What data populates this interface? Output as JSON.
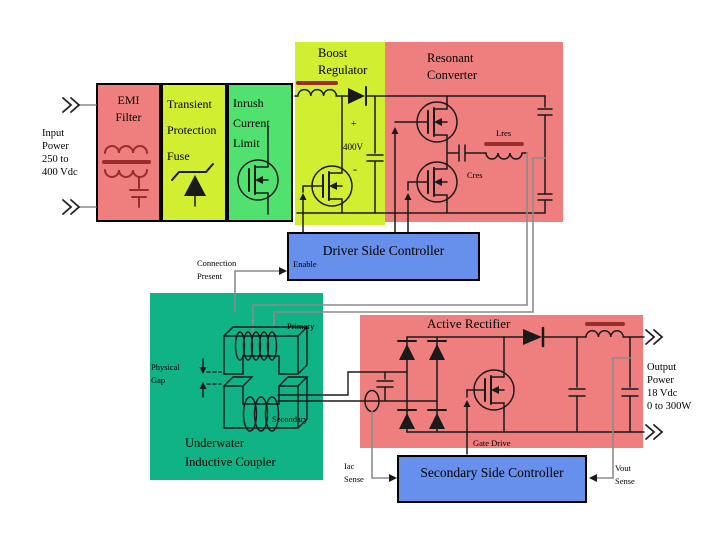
{
  "slide": {
    "colors": {
      "block_red": "#ef7e7e",
      "block_yellow": "#d2ee31",
      "block_green": "#50e16e",
      "block_teal": "#0fb385",
      "controller_blue": "#6690eb",
      "symbol_maroon": "#992c2c",
      "wire_gray": "#8c8c8c",
      "line_black": "#1a1a1a"
    },
    "input": {
      "label": "Input\nPower\n250 to\n400 Vdc"
    },
    "blocks": {
      "emi": {
        "label": "EMI\nFilter"
      },
      "transient": {
        "label": "Transient\nProtection\nFuse"
      },
      "inrush": {
        "label": "Inrush\nCurrent\nLimit"
      },
      "boost": {
        "label": "Boost\nRegulator",
        "cap_plus": "+",
        "cap_value": "400V",
        "cap_minus": "-"
      },
      "resonant": {
        "label": "Resonant\nConverter",
        "inductor": "Lres",
        "capacitor": "Cres"
      },
      "coupler": {
        "label": "Underwater\nInductive Coupler",
        "primary": "Primary",
        "secondary": "Secondary",
        "gap": "Physical\nGap"
      },
      "rectifier": {
        "label": "Active Rectifier"
      }
    },
    "controllers": {
      "driver": {
        "label": "Driver Side Controller",
        "enable": "Enable",
        "connection": "Connection\nPresent"
      },
      "secondary": {
        "label": "Secondary Side Controller",
        "iac": "Iac\nSense",
        "vout": "Vout\nSense",
        "gate_drive": "Gate Drive"
      }
    },
    "output": {
      "label": "Output\nPower\n18 Vdc\n0 to 300W"
    }
  }
}
